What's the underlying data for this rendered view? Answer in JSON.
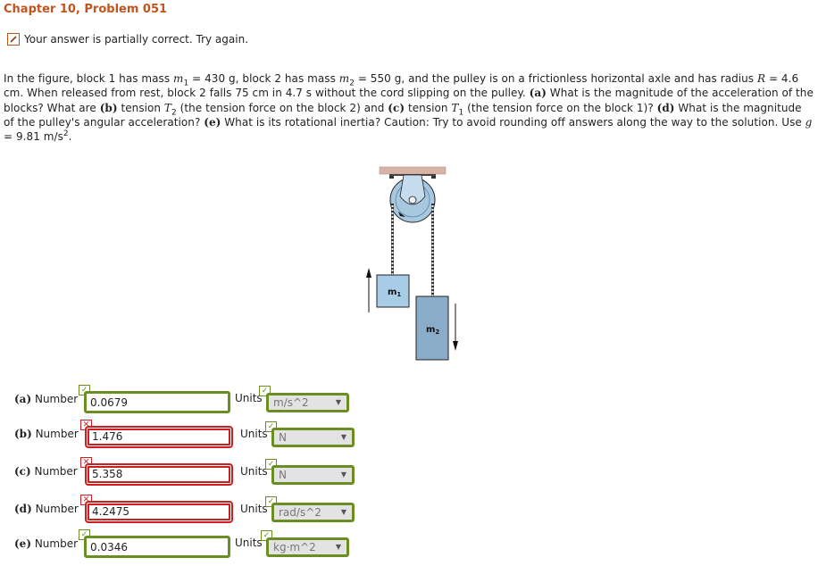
{
  "header": {
    "title": "Chapter 10, Problem 051",
    "status_icon": "pencil-icon",
    "status_text": "Your answer is partially correct.  Try again."
  },
  "problem": {
    "s1": "In the figure, block 1 has mass ",
    "m1_sym": "m",
    "m1_sub": "1",
    "s2": " = 430 g, block 2 has mass ",
    "m2_sym": "m",
    "m2_sub": "2",
    "s3": " = 550 g, and the pulley is on a frictionless horizontal axle and has radius ",
    "R_sym": "R",
    "s4": " = 4.6 cm. When released from rest, block 2 falls 75 cm in 4.7 s without the cord slipping on the pulley. ",
    "a_tag": "(a)",
    "s5": " What is the magnitude of the acceleration of the blocks? What are ",
    "b_tag": "(b)",
    "s6": " tension ",
    "T2_sym": "T",
    "T2_sub": "2",
    "s7": " (the tension force on the block 2) and ",
    "c_tag": "(c)",
    "s8": " tension ",
    "T1_sym": "T",
    "T1_sub": "1",
    "s9": " (the tension force on the block 1)? ",
    "d_tag": "(d)",
    "s10": " What is the magnitude of the pulley's angular acceleration? ",
    "e_tag": "(e)",
    "s11": " What is its rotational inertia? Caution: Try to avoid rounding off answers along the way to the solution. Use ",
    "g_sym": "g",
    "s12": " = 9.81 m/s",
    "s12_sup": "2",
    "s13": "."
  },
  "figure": {
    "block1_label": "m",
    "block1_sub": "1",
    "block2_label": "m",
    "block2_sub": "2",
    "colors": {
      "ceiling": "#d8b4a8",
      "pulley": "#a8c8e0",
      "block1": "#a9cce6",
      "block2": "#8bacc9"
    }
  },
  "answers": [
    {
      "tag": "(a)",
      "label": "Number",
      "value": "0.0679",
      "status": "correct",
      "status_icon": "check-icon",
      "units_label": "Units",
      "units": "m/s^2",
      "units_status": "correct"
    },
    {
      "tag": "(b)",
      "label": "Number",
      "value": "1.476",
      "status": "incorrect",
      "status_icon": "x-icon",
      "units_label": "Units",
      "units": "N",
      "units_status": "correct"
    },
    {
      "tag": "(c)",
      "label": "Number",
      "value": "5.358",
      "status": "incorrect",
      "status_icon": "x-icon",
      "units_label": "Units",
      "units": "N",
      "units_status": "correct"
    },
    {
      "tag": "(d)",
      "label": "Number",
      "value": "4.2475",
      "status": "incorrect",
      "status_icon": "x-icon",
      "units_label": "Units",
      "units": "rad/s^2",
      "units_status": "correct"
    },
    {
      "tag": "(e)",
      "label": "Number",
      "value": "0.0346",
      "status": "correct",
      "status_icon": "check-icon",
      "units_label": "Units",
      "units": "kg·m^2",
      "units_status": "correct"
    }
  ],
  "glyphs": {
    "check": "✓",
    "cross": "✕",
    "dropdown_arrow": "▼"
  },
  "theme": {
    "title_color": "#c4541e",
    "correct_color": "#6b8e23",
    "incorrect_color": "#cc1f1f"
  }
}
